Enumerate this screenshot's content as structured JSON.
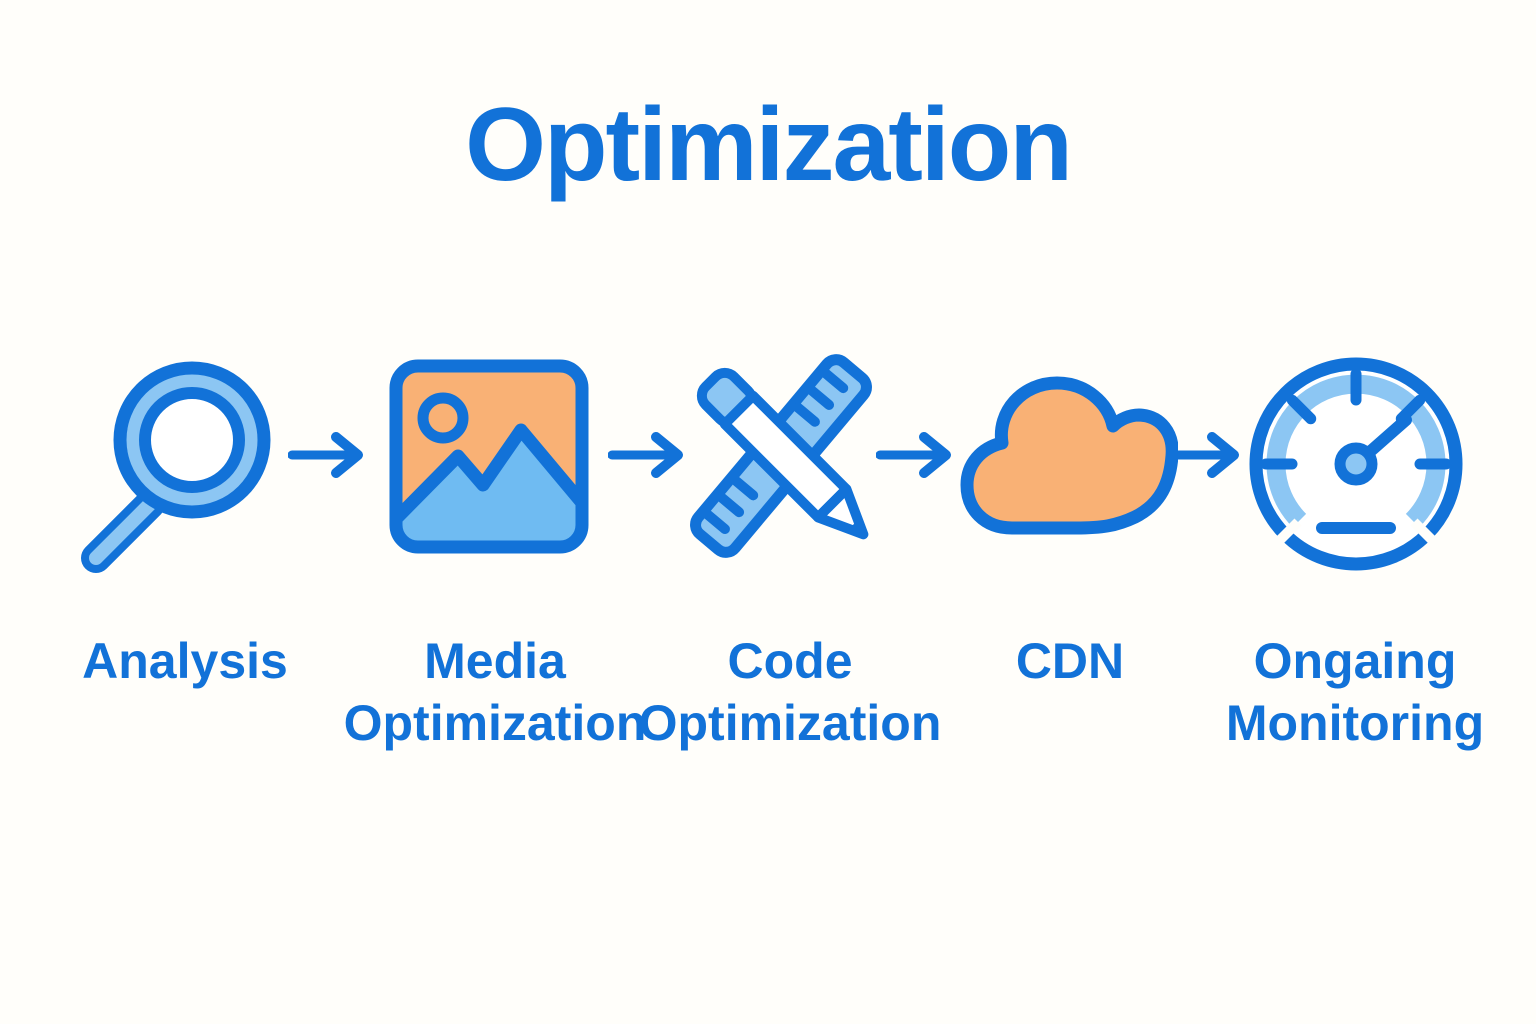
{
  "title": "Optimization",
  "colors": {
    "accent_blue": "#1272D8",
    "light_blue": "#6FBBF2",
    "pale_blue": "#8CC6F3",
    "orange": "#F9B175",
    "background": "#FFFEFA"
  },
  "steps": [
    {
      "icon": "magnifier-icon",
      "label_line1": "Analysis",
      "label_line2": ""
    },
    {
      "icon": "image-icon",
      "label_line1": "Media",
      "label_line2": "Optimization"
    },
    {
      "icon": "pencil-ruler-icon",
      "label_line1": "Code",
      "label_line2": "Optimization"
    },
    {
      "icon": "cloud-icon",
      "label_line1": "CDN",
      "label_line2": ""
    },
    {
      "icon": "gauge-icon",
      "label_line1": "Ongaing",
      "label_line2": "Monitoring"
    }
  ]
}
